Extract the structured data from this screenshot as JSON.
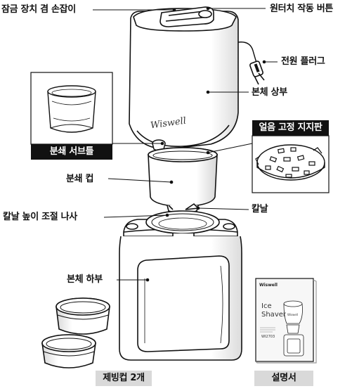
{
  "labels": {
    "lock_handle": "잠금 장치 겸 손잡이",
    "one_touch_button": "원터치 작동 버튼",
    "power_plug": "전원 플러그",
    "body_top": "본체 상부",
    "crush_sub_frame": "분쇄 서브틀",
    "ice_fixing_plate": "얼음 고정 지지판",
    "crush_cup": "분쇄 컵",
    "blade": "칼날",
    "blade_height_screw": "칼날 높이 조절 나사",
    "body_bottom": "본체 하부",
    "ice_cups": "제빙컵 2개",
    "manual": "설명서"
  },
  "product": {
    "brand": "Wiswell"
  },
  "manual_cover": {
    "brand": "Wiswell",
    "title_line1": "Ice",
    "title_line2": "Shaver",
    "model": "WI2703",
    "device_logo": "Wiswell"
  },
  "colors": {
    "line": "#111111",
    "dark_label_bg": "#111111",
    "gray_label_bg": "#d9d9d9"
  }
}
